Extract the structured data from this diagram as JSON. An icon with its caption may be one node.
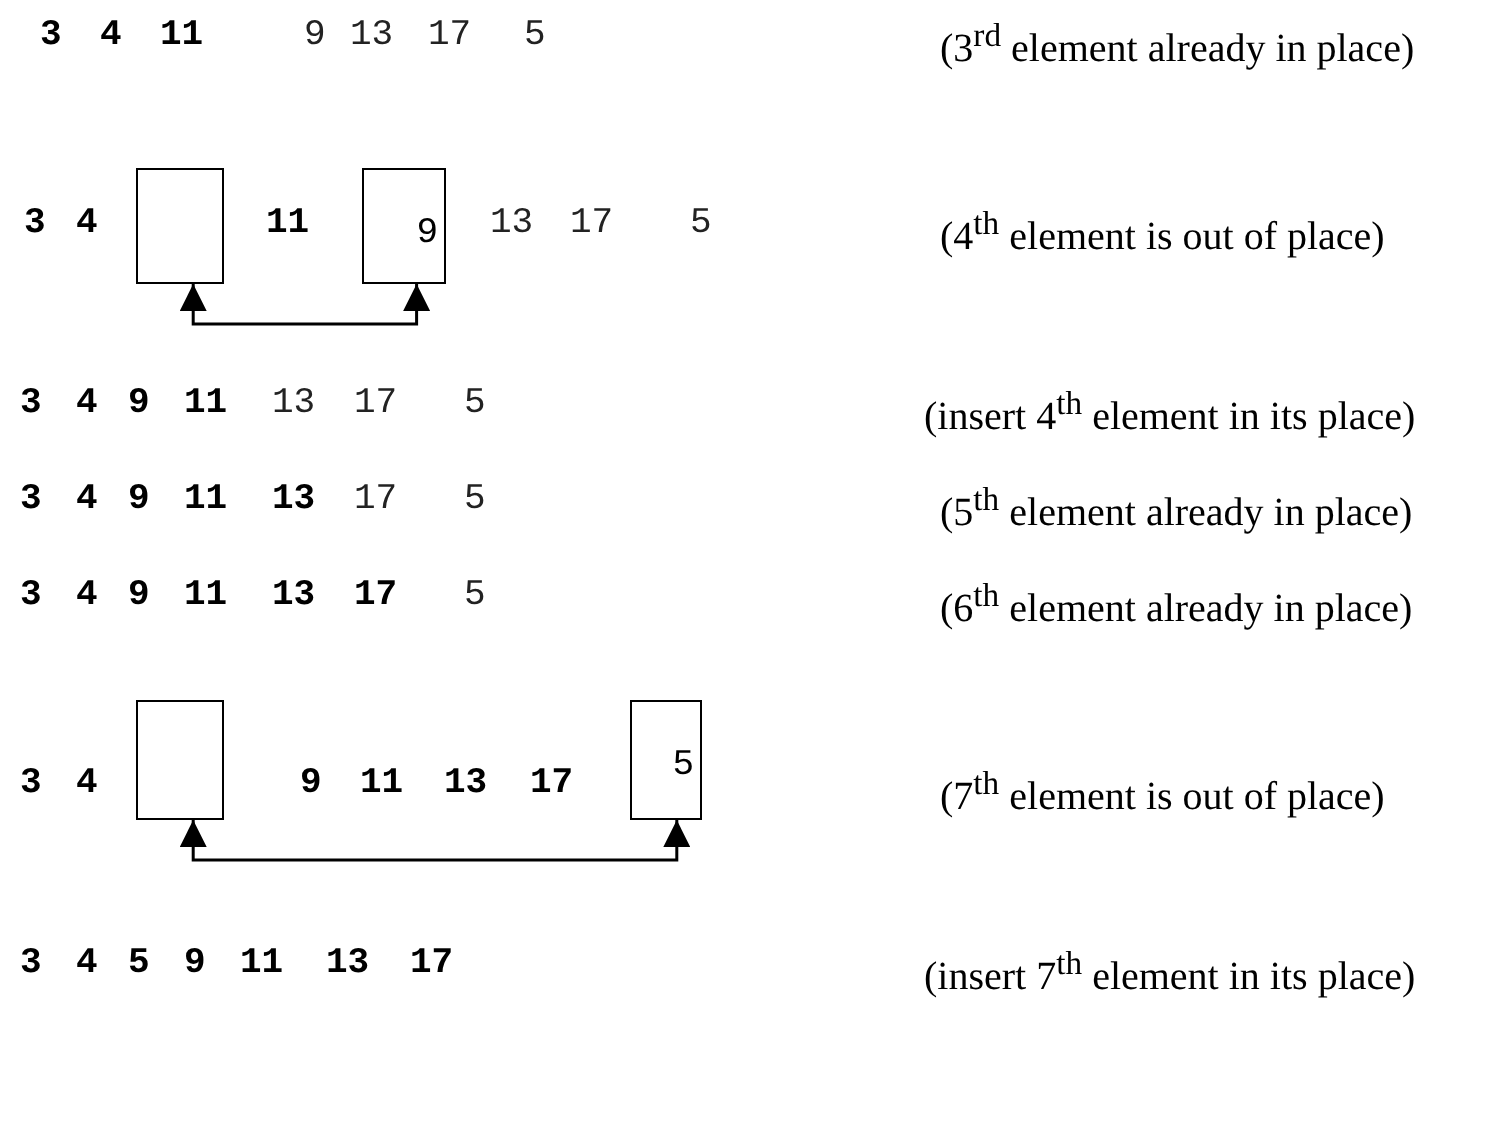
{
  "diagram": {
    "nodes": [
      {
        "text": [],
        "shape": "box"
      },
      {
        "text": [
          "9"
        ]
      },
      {
        "text": [],
        "shape": "box"
      },
      {
        "text": [
          "5"
        ]
      }
    ],
    "edges": [
      {
        "from": 1,
        "to": 0,
        "arrow": "both"
      },
      {
        "from": 3,
        "to": 2,
        "arrow": "both"
      }
    ],
    "labels": [
      "3",
      "4",
      "11",
      "9",
      "13",
      "17",
      "5",
      "(3$^{rd}$ element already in place)",
      "3",
      "4",
      "11",
      "13",
      "17",
      "5",
      "(4$^{th}$ element is out of place)",
      "3",
      "4",
      "9",
      "11",
      "13",
      "17",
      "5",
      "(insert 4$^{th}$ element in its place)",
      "3",
      "4",
      "9",
      "11",
      "13",
      "17",
      "5",
      "(5$^{th}$ element already in place)",
      "3",
      "4",
      "9",
      "11",
      "13",
      "17",
      "5",
      "(6$^{th}$ element already in place)",
      "3",
      "4",
      "9",
      "11",
      "13",
      "17",
      "(7$^{th}$ element is out of place)",
      "3",
      "4",
      "5",
      "9",
      "11",
      "13",
      "17",
      "(insert 7$^{th}$ element in its place)"
    ]
  }
}
